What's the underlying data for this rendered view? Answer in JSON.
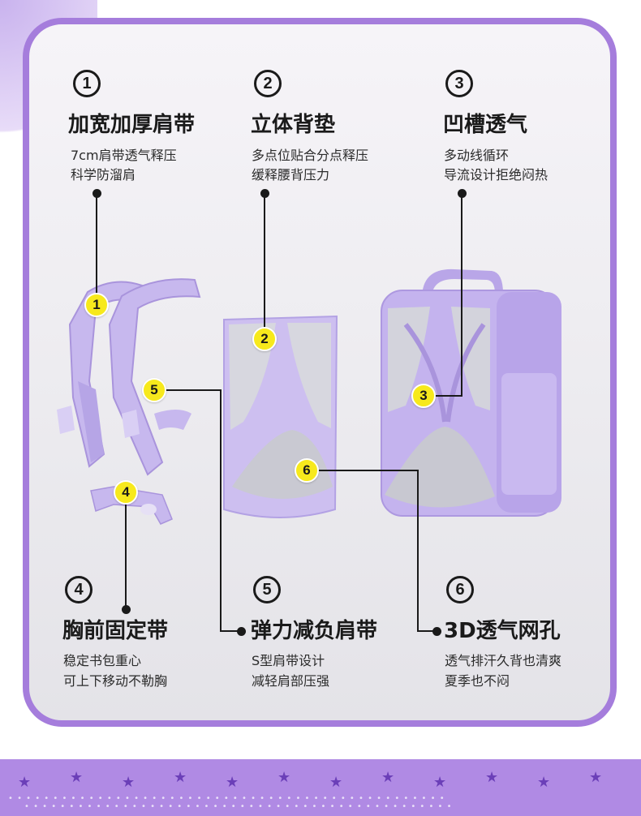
{
  "features": [
    {
      "num": "1",
      "title": "加宽加厚肩带",
      "desc": [
        "7cm肩带透气释压",
        "科学防溜肩"
      ]
    },
    {
      "num": "2",
      "title": "立体背垫",
      "desc": [
        "多点位贴合分点释压",
        "缓释腰背压力"
      ]
    },
    {
      "num": "3",
      "title": "凹槽透气",
      "desc": [
        "多动线循环",
        "导流设计拒绝闷热"
      ]
    },
    {
      "num": "4",
      "title": "胸前固定带",
      "desc": [
        "稳定书包重心",
        "可上下移动不勒胸"
      ]
    },
    {
      "num": "5",
      "title": "弹力减负肩带",
      "desc": [
        "S型肩带设计",
        "减轻肩部压强"
      ]
    },
    {
      "num": "6",
      "title": "3D透气网孔",
      "desc": [
        "透气排汗久背也清爽",
        "夏季也不闷"
      ]
    }
  ],
  "colors": {
    "frame": "#a57ddc",
    "marker": "#f7e91c",
    "product": "#c5b6ec",
    "band": "#b08ae4"
  }
}
